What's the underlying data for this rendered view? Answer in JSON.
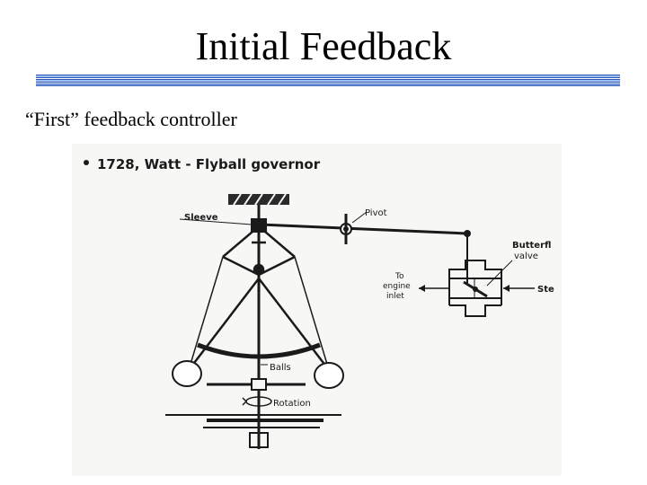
{
  "slide": {
    "title": "Initial Feedback",
    "bullet": "“First” feedback controller"
  },
  "diagram": {
    "caption": "1728, Watt - Flyball governor",
    "labels": {
      "sleeve": "Sleeve",
      "pivot": "Pivot",
      "butterfly": "Butterfl",
      "valve": "valve",
      "to": "To",
      "engine": "engine",
      "inlet": "inlet",
      "steam": "Ste",
      "balls": "Balls",
      "rotation": "Rotation"
    }
  },
  "colors": {
    "rule_fill": "#9fc1f0",
    "rule_border": "#2f55b8",
    "ink": "#1a1a1a"
  }
}
